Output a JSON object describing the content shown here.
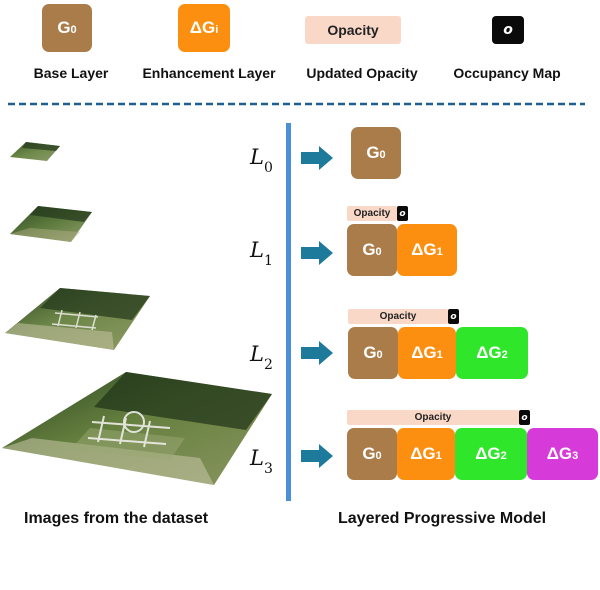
{
  "legend": [
    {
      "symbol": "G",
      "sub": "0",
      "label": "Base Layer"
    },
    {
      "symbol": "ΔG",
      "sub": "i",
      "label": "Enhancement Layer"
    },
    {
      "symbol": "Opacity",
      "sub": "",
      "label": "Updated Opacity"
    },
    {
      "symbol": "o",
      "sub": "",
      "label": "Occupancy Map"
    }
  ],
  "levels": [
    {
      "name": "L",
      "sub": "0"
    },
    {
      "name": "L",
      "sub": "1"
    },
    {
      "name": "L",
      "sub": "2"
    },
    {
      "name": "L",
      "sub": "3"
    }
  ],
  "blocks": {
    "g": "G",
    "dg": "ΔG",
    "subs": [
      "0",
      "1",
      "2",
      "3"
    ],
    "opacity": "Opacity",
    "omap": "o"
  },
  "captions": {
    "left": "Images from the dataset",
    "right": "Layered Progressive Model"
  },
  "colors": {
    "base": "#a97c4a",
    "enh1": "#fc8f10",
    "enh2": "#2fe62a",
    "enh3": "#d63ad9",
    "opacity": "#f9d8c8",
    "divider": "#4a90d9",
    "arrow": "#1e7a9a"
  }
}
